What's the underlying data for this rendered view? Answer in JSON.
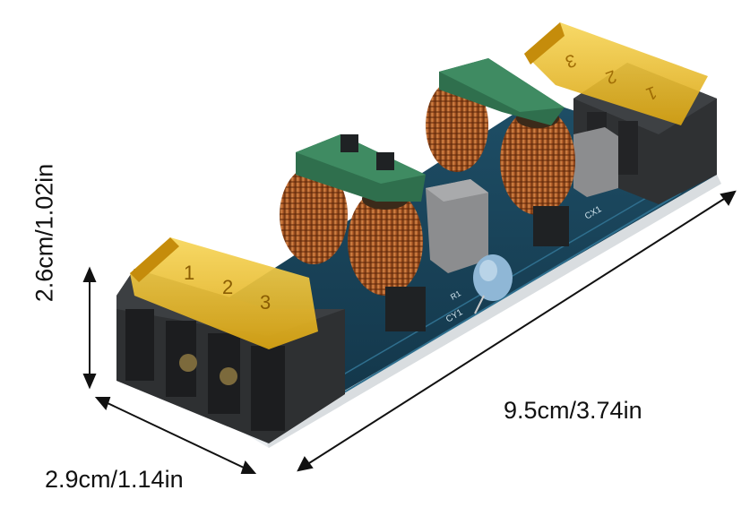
{
  "image": {
    "subject": "EMI power filter circuit board",
    "dimensions": {
      "height": "2.6cm/1.02in",
      "length": "9.5cm/3.74in",
      "width": "2.9cm/1.14in"
    },
    "terminal_left": {
      "labels": [
        "1",
        "2",
        "3"
      ]
    },
    "terminal_right": {
      "labels": [
        "3",
        "2",
        "1"
      ]
    },
    "silkscreen": [
      "CY1",
      "CX1",
      "R1"
    ]
  }
}
